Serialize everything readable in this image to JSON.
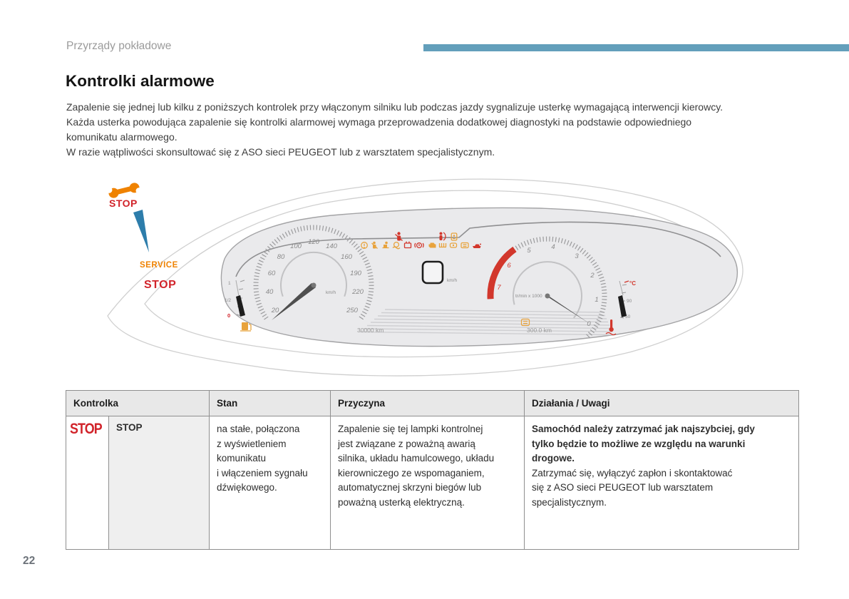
{
  "page": {
    "header": "Przyrządy pokładowe",
    "number": "22"
  },
  "colors": {
    "accent_bar": "#639fbb",
    "stop_red": "#d1232a",
    "service_orange": "#ef8200",
    "amber": "#e8a33d"
  },
  "title": "Kontrolki alarmowe",
  "intro": {
    "text": "Zapalenie się jednej lub kilku z poniższych kontrolek przy włączonym silniku lub podczas jazdy sygnalizuje usterkę wymagającą interwencji kierowcy.\nKażda usterka powodująca zapalenie się kontrolki alarmowej wymaga przeprowadzenia dodatkowej diagnostyki na podstawie odpowiedniego\nkomunikatu alarmowego.\nW razie wątpliwości skonsultować się z ASO sieci PEUGEOT lub z warsztatem specjalistycznym."
  },
  "cluster": {
    "callouts": {
      "wrench_icon": "service-wrench-icon",
      "stop_top": "STOP",
      "service": "SERVICE",
      "stop_inner": "STOP"
    },
    "speedometer": {
      "unit": "km/h",
      "labels": [
        "20",
        "40",
        "60",
        "80",
        "100",
        "120",
        "140",
        "160",
        "190",
        "220",
        "250"
      ]
    },
    "tachometer": {
      "unit_label": "tr/min x 1000",
      "labels": [
        "0",
        "1",
        "2",
        "3",
        "4",
        "5",
        "6",
        "7"
      ]
    },
    "fuel_gauge": {
      "full": "1",
      "half": "1/2",
      "empty": "0",
      "icon": "fuel-pump-icon"
    },
    "temp_gauge": {
      "unit": "°C",
      "upper": "90",
      "lower": "50",
      "icon": "coolant-temp-icon"
    },
    "display": {
      "unit": "km/h"
    },
    "odometer_total": "30000 km",
    "odometer_trip": "300.0 km",
    "telltales": [
      "parking-brake",
      "seatbelt",
      "child-safety",
      "esp",
      "battery",
      "brake-warning",
      "engine",
      "diesel-preheat",
      "doors-open",
      "lighting",
      "oil-pressure"
    ],
    "top_telltales": [
      "seatbelt-reminder",
      "airbag",
      "passenger-airbag-off"
    ]
  },
  "table": {
    "headers": {
      "kontrolka": "Kontrolka",
      "stan": "Stan",
      "przyczyna": "Przyczyna",
      "dzialania": "Działania / Uwagi"
    },
    "row": {
      "icon_text": "STOP",
      "name": "STOP",
      "stan": "na stałe, połączona\nz wyświetleniem\nkomunikatu\ni włączeniem sygnału\ndźwiękowego.",
      "przyczyna": "Zapalenie się tej lampki kontrolnej\njest związane z poważną awarią\nsilnika, układu hamulcowego, układu\nkierowniczego ze wspomaganiem,\nautomatycznej skrzyni biegów lub\npoważną usterką elektryczną.",
      "dzialania_bold": "Samochód należy zatrzymać jak najszybciej, gdy\ntylko będzie to możliwe ze względu na warunki\ndrogowe.",
      "dzialania_normal": "Zatrzymać się, wyłączyć zapłon i skontaktować\nsię z ASO sieci PEUGEOT lub warsztatem\nspecjalistycznym."
    }
  }
}
